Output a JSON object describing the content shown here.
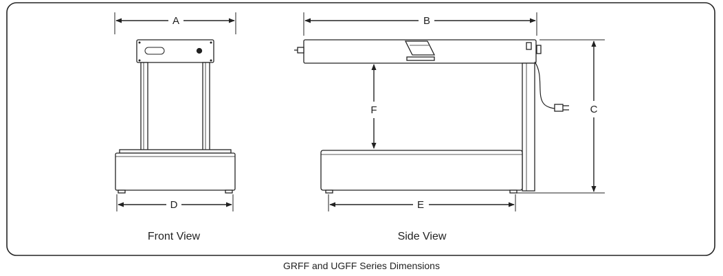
{
  "dimensions": {
    "a": "A",
    "b": "B",
    "c": "C",
    "d": "D",
    "e": "E",
    "f": "F"
  },
  "views": {
    "front": "Front View",
    "side": "Side View"
  },
  "caption": "GRFF and UGFF Series Dimensions",
  "colors": {
    "line": "#222222",
    "fill": "#ffffff"
  }
}
